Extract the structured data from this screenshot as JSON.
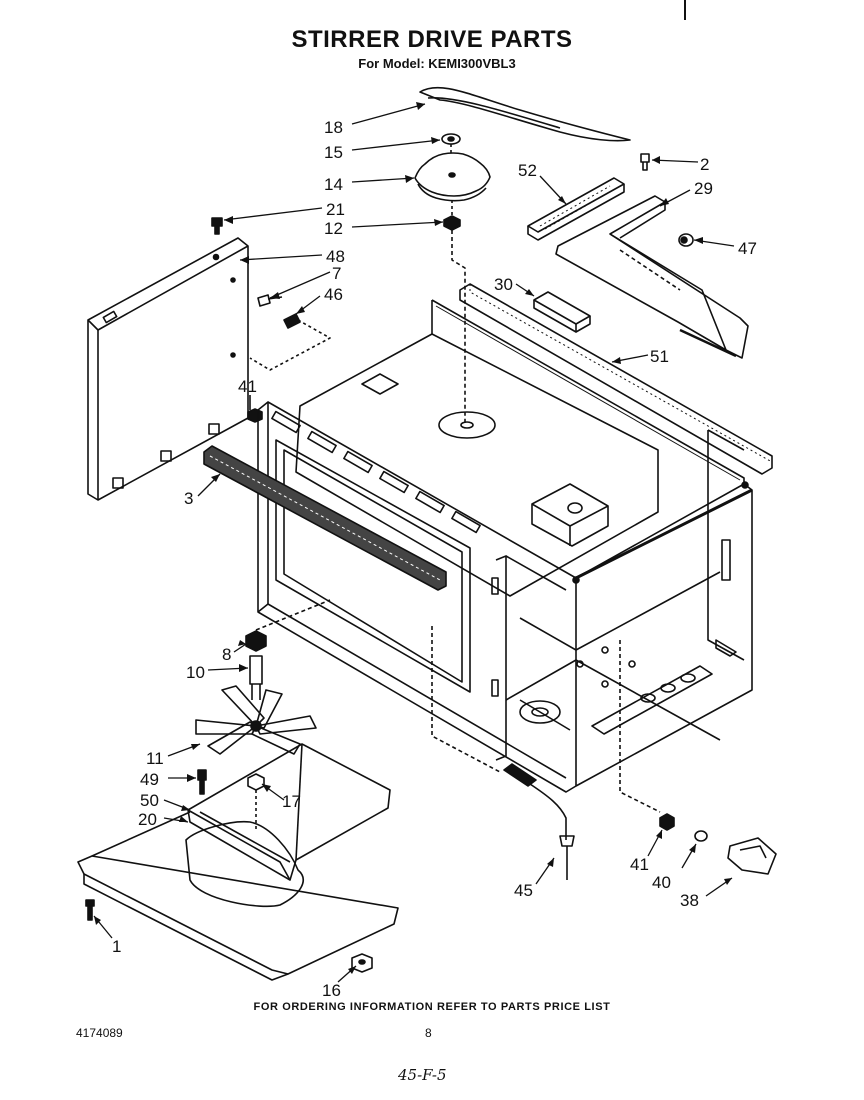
{
  "header": {
    "title": "STIRRER DRIVE PARTS",
    "subtitle": "For Model: KEMI300VBL3"
  },
  "footer": {
    "note": "FOR ORDERING INFORMATION REFER TO PARTS PRICE LIST",
    "doc_number": "4174089",
    "page_number": "8",
    "handwritten": "45-F-5"
  },
  "callouts": {
    "c18": "18",
    "c15": "15",
    "c14": "14",
    "c21": "21",
    "c12": "12",
    "c48": "48",
    "c7": "7",
    "c46": "46",
    "c41a": "41",
    "c3": "3",
    "c52": "52",
    "c2": "2",
    "c29": "29",
    "c47": "47",
    "c30": "30",
    "c51": "51",
    "c8": "8",
    "c10": "10",
    "c11": "11",
    "c49": "49",
    "c17": "17",
    "c50": "50",
    "c20": "20",
    "c1": "1",
    "c16": "16",
    "c45": "45",
    "c41b": "41",
    "c40": "40",
    "c38": "38"
  }
}
